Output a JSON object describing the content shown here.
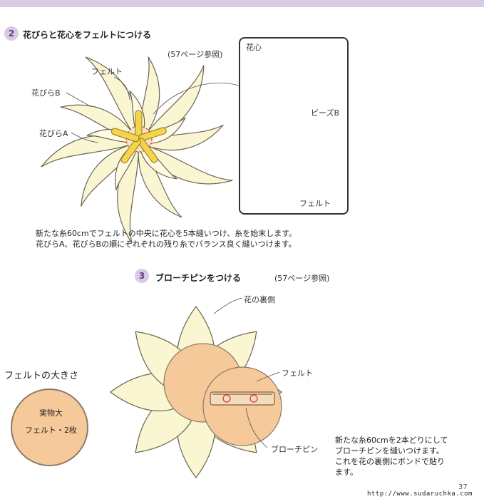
{
  "step2": {
    "number": "2",
    "title": "花びらと花心をフェルトにつける",
    "reference": "(57ページ参照)",
    "labels": {
      "felt": "フェルト",
      "petal_b": "花びらB",
      "petal_a": "花びらA"
    },
    "detail": {
      "center": "花心",
      "beads_b": "ビーズB",
      "felt": "フェルト"
    },
    "instructions": [
      "新たな糸60cmでフェルトの中央に花心を5本縫いつけ、糸を始末します。",
      "花びらA、花びらBの順にそれぞれの残り糸でバランス良く縫いつけます。"
    ]
  },
  "step3": {
    "number": "3",
    "title": "ブローチピンをつける",
    "reference": "(57ページ参照)",
    "labels": {
      "back": "花の裏側",
      "felt": "フェルト",
      "pin": "ブローチピン"
    },
    "instructions": [
      "新たな糸60cmを2本どりにして",
      "ブローチピンを縫いつけます。",
      "これを花の裏側にボンドで貼り",
      "ます。"
    ]
  },
  "felt_size": {
    "title": "フェルトの大きさ",
    "scale": "実物大",
    "spec": "フェルト・2枚"
  },
  "page_number": "37",
  "watermark": "http://www.sudaruchka.com",
  "colors": {
    "petal_fill": "#fbf6d2",
    "felt_fill": "#f5c99a",
    "bead_fill": "#f6d44a",
    "accent": "#d9c9e6",
    "thread_red": "#d03a2a"
  }
}
